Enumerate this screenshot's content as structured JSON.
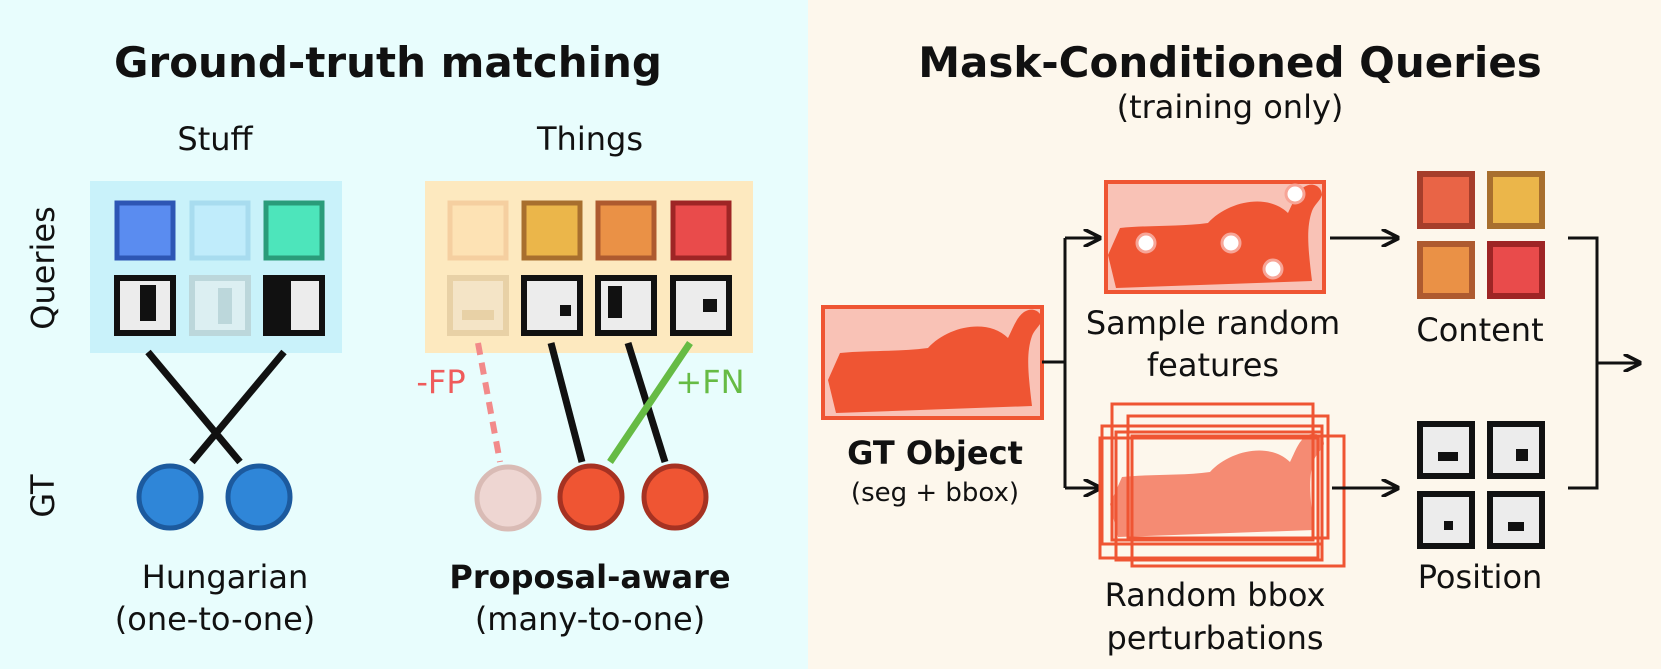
{
  "left_panel": {
    "title": "Ground-truth matching",
    "stuff_label": "Stuff",
    "things_label": "Things",
    "queries_label": "Queries",
    "gt_label": "GT",
    "fp_label": "-FP",
    "fn_label": "+FN",
    "hungarian_label": "Hungarian",
    "hungarian_sub": "(one-to-one)",
    "proposal_label": "Proposal-aware",
    "proposal_sub": "(many-to-one)"
  },
  "right_panel": {
    "title": "Mask-Conditioned Queries",
    "subtitle": "(training only)",
    "gt_object_label": "GT Object",
    "gt_object_sub": "(seg + bbox)",
    "sample_label_1": "Sample random",
    "sample_label_2": "features",
    "bbox_label_1": "Random bbox",
    "bbox_label_2": "perturbations",
    "content_label": "Content",
    "position_label": "Position"
  },
  "colors": {
    "left_bg": "#e8fdfd",
    "right_bg": "#fdf7ec",
    "stuff_box": "#c9f2fa",
    "things_box": "#fde9bf",
    "gt_blue": "#2f86d8",
    "gt_red": "#ef5533",
    "fn_green": "#66bb44",
    "fp_pink": "#f28a8a",
    "salmon": "#f9c2b6",
    "object_red": "#ef5533"
  }
}
